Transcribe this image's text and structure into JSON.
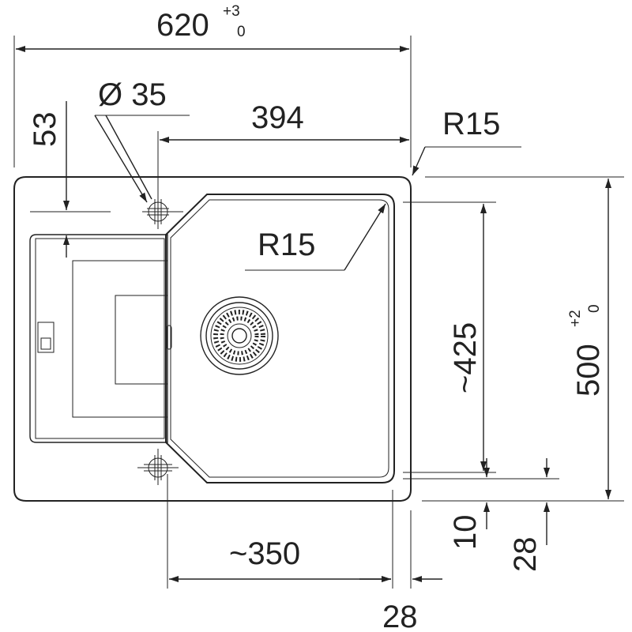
{
  "dimensions": {
    "overall_width": "620",
    "overall_width_tol_upper": "+3",
    "overall_width_tol_lower": "0",
    "hole_diameter": "Ø 35",
    "offset_53": "53",
    "bowl_width": "394",
    "corner_radius_outer": "R15",
    "corner_radius_bowl": "R15",
    "bowl_length": "~425",
    "overall_height": "500",
    "overall_height_tol_upper": "+2",
    "overall_height_tol_lower": "0",
    "drainer_width": "~350",
    "edge_28_bottom": "28",
    "edge_10": "10",
    "edge_28_right": "28"
  },
  "colors": {
    "line": "#222222",
    "background": "#ffffff"
  }
}
